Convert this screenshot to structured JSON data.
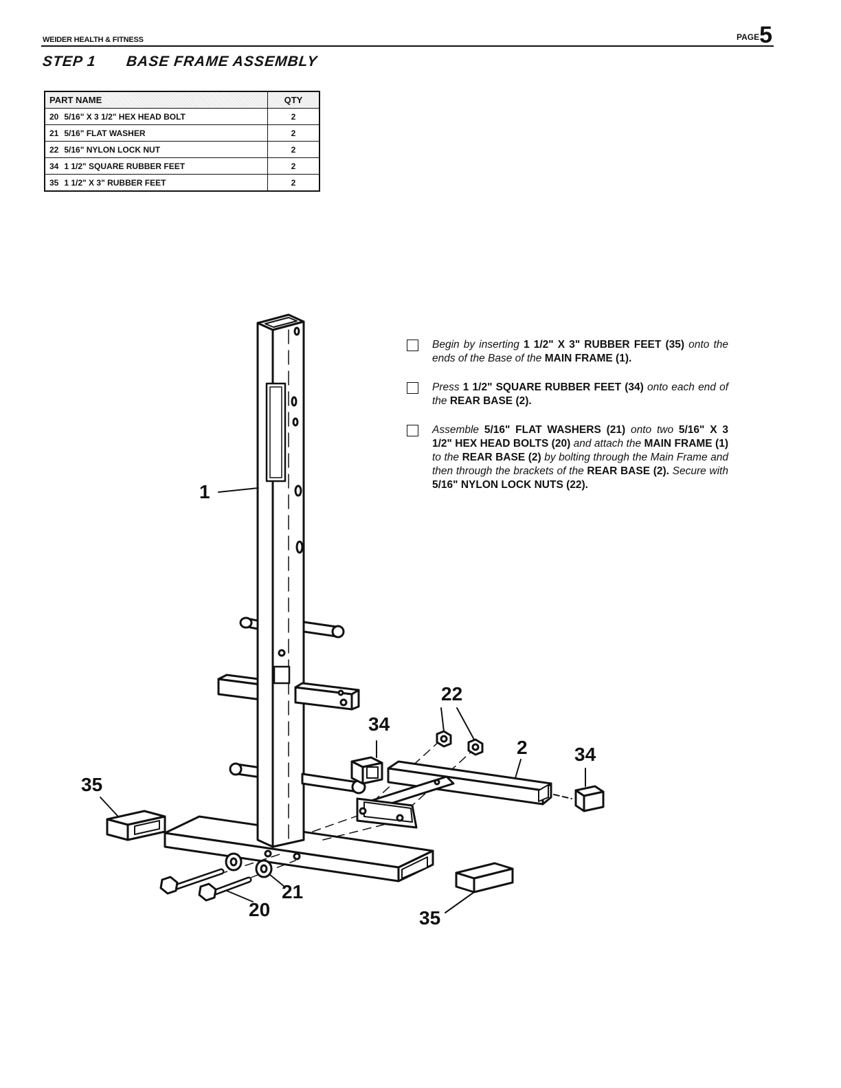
{
  "header": {
    "company": "WEIDER HEALTH & FITNESS",
    "page_label": "PAGE",
    "page_number": "5"
  },
  "step": {
    "number": "STEP 1",
    "title": "BASE FRAME ASSEMBLY"
  },
  "parts_table": {
    "headers": [
      "PART NAME",
      "QTY"
    ],
    "rows": [
      {
        "no": "20",
        "name": "5/16\" X 3 1/2\" HEX HEAD BOLT",
        "qty": "2"
      },
      {
        "no": "21",
        "name": "5/16\" FLAT WASHER",
        "qty": "2"
      },
      {
        "no": "22",
        "name": "5/16\" NYLON LOCK NUT",
        "qty": "2"
      },
      {
        "no": "34",
        "name": "1 1/2\" SQUARE RUBBER FEET",
        "qty": "2"
      },
      {
        "no": "35",
        "name": "1 1/2\" X 3\" RUBBER FEET",
        "qty": "2"
      }
    ]
  },
  "instructions": [
    {
      "segments": [
        {
          "t": "Begin by inserting ",
          "b": false
        },
        {
          "t": "1 1/2\" X 3\" RUBBER FEET (35)",
          "b": true
        },
        {
          "t": " onto the ends of the Base of the ",
          "b": false
        },
        {
          "t": "MAIN FRAME (1).",
          "b": true
        }
      ]
    },
    {
      "segments": [
        {
          "t": "Press ",
          "b": false
        },
        {
          "t": "1 1/2\" SQUARE RUBBER FEET (34)",
          "b": true
        },
        {
          "t": " onto each end of the ",
          "b": false
        },
        {
          "t": "REAR BASE (2).",
          "b": true
        }
      ]
    },
    {
      "segments": [
        {
          "t": "Assemble ",
          "b": false
        },
        {
          "t": "5/16\" FLAT WASHERS (21)",
          "b": true
        },
        {
          "t": " onto two ",
          "b": false
        },
        {
          "t": "5/16\" X 3 1/2\" HEX HEAD BOLTS (20)",
          "b": true
        },
        {
          "t": " and attach the ",
          "b": false
        },
        {
          "t": "MAIN FRAME (1)",
          "b": true
        },
        {
          "t": " to the ",
          "b": false
        },
        {
          "t": "REAR BASE (2)",
          "b": true
        },
        {
          "t": " by bolting through the Main Frame and then through the brackets of the ",
          "b": false
        },
        {
          "t": "REAR BASE (2).",
          "b": true
        },
        {
          "t": " Secure with ",
          "b": false
        },
        {
          "t": "5/16\" NYLON LOCK NUTS (22).",
          "b": true
        }
      ]
    }
  ],
  "diagram": {
    "callouts": {
      "main_frame": "1",
      "rear_base": "2",
      "bolts": "20",
      "washers": "21",
      "nuts": "22",
      "square_feet_left": "34",
      "square_feet_right": "34",
      "rubber_feet_left": "35",
      "rubber_feet_right": "35"
    }
  }
}
